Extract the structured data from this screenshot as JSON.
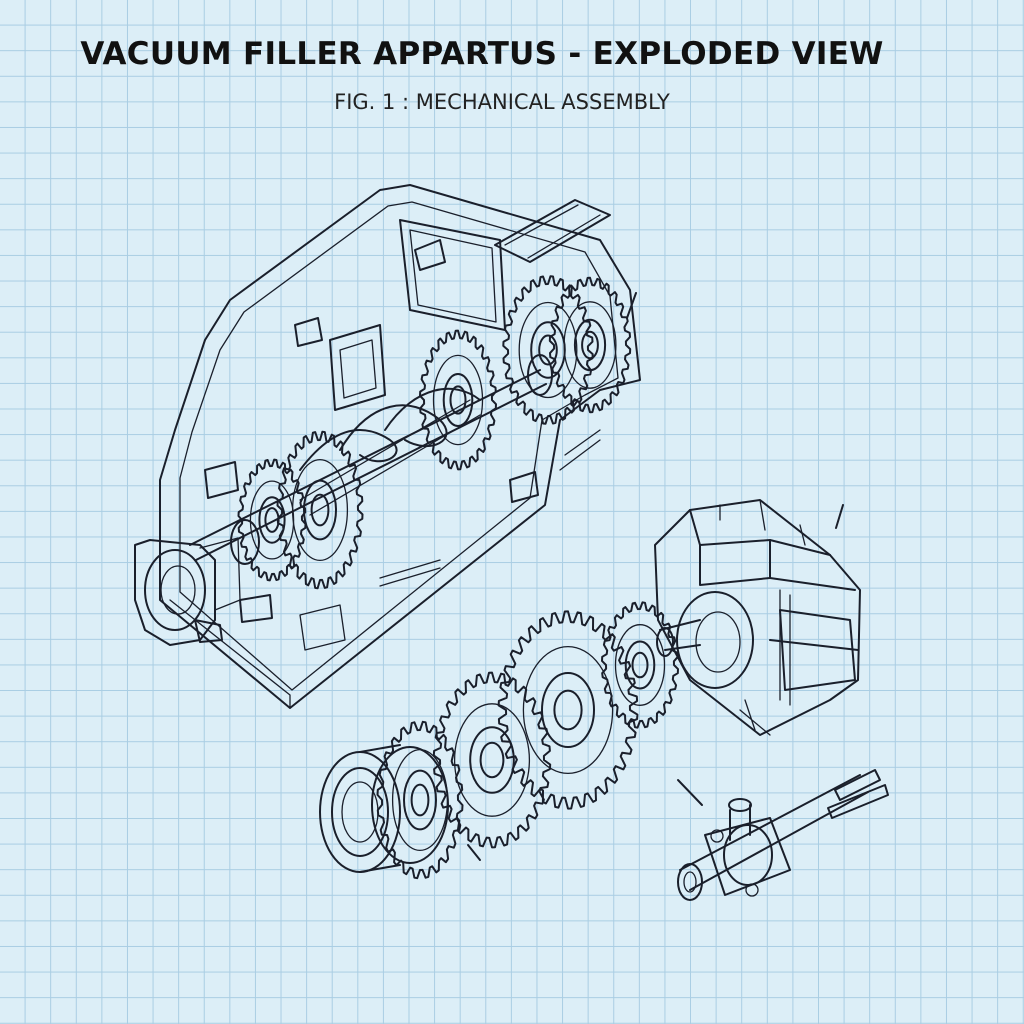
{
  "figure": {
    "title": "VACUUM FILLER APPARTUS - EXPLODED VIEW",
    "subtitle": "FIG. 1 : MECHANICAL ASSEMBLY"
  },
  "parts": [
    {
      "id": "housing-frame",
      "icon": "housing-drawing"
    },
    {
      "id": "internal-gear-train",
      "icon": "gear-drawing"
    },
    {
      "id": "auger-screw",
      "icon": "screw-drawing"
    },
    {
      "id": "flange-cap",
      "icon": "flange-drawing"
    },
    {
      "id": "motor-unit",
      "icon": "motor-drawing"
    },
    {
      "id": "exploded-gear-set",
      "icon": "gear-drawing"
    },
    {
      "id": "bearing-ring",
      "icon": "bearing-drawing"
    },
    {
      "id": "output-shaft",
      "icon": "shaft-drawing"
    }
  ]
}
